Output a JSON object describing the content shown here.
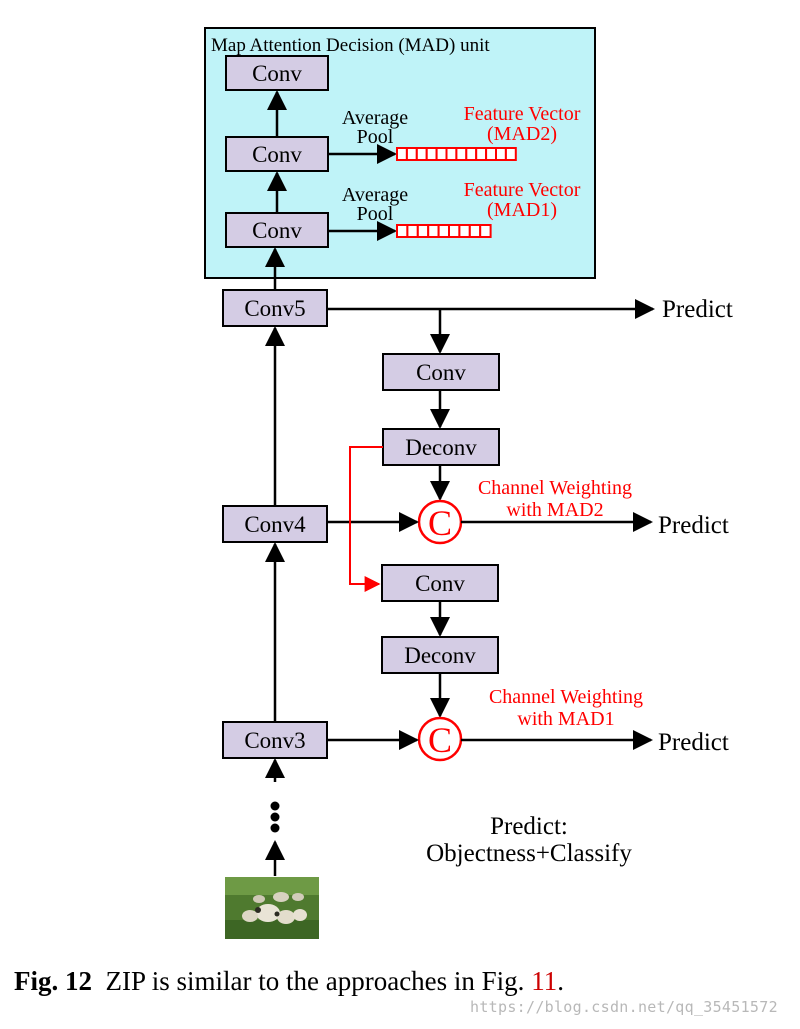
{
  "mad_unit": {
    "title": "Map Attention Decision (MAD) unit",
    "conv_top": "Conv",
    "conv_mid": "Conv",
    "conv_bottom": "Conv",
    "avgpool_upper": [
      "Average",
      "Pool"
    ],
    "avgpool_lower": [
      "Average",
      "Pool"
    ],
    "feature_vector_mad2": [
      "Feature Vector",
      "(MAD2)"
    ],
    "feature_vector_mad1": [
      "Feature Vector",
      "(MAD1)"
    ]
  },
  "backbone": {
    "conv5": "Conv5",
    "conv4": "Conv4",
    "conv3": "Conv3"
  },
  "branch": {
    "conv_a": "Conv",
    "deconv_a": "Deconv",
    "conv_b": "Conv",
    "deconv_b": "Deconv",
    "concat_symbol": "C",
    "channel_weighting_mad2": [
      "Channel Weighting",
      "with MAD2"
    ],
    "channel_weighting_mad1": [
      "Channel Weighting",
      "with MAD1"
    ]
  },
  "outputs": {
    "predict_top": "Predict",
    "predict_mid": "Predict",
    "predict_bottom": "Predict"
  },
  "legend": {
    "line1": "Predict:",
    "line2": "Objectness+Classify"
  },
  "caption": {
    "label": "Fig. 12",
    "text": "ZIP is similar to the approaches in Fig.",
    "figref": "11",
    "period": "."
  },
  "watermark": "https://blog.csdn.net/qq_35451572",
  "colors": {
    "mad_bg": "#bff3f8",
    "box_fill": "#d4cce4",
    "red": "#ff0000",
    "black": "#000000"
  },
  "icons": {
    "input_image": "sheep-photo-icon",
    "concat": "circled-c-icon"
  }
}
